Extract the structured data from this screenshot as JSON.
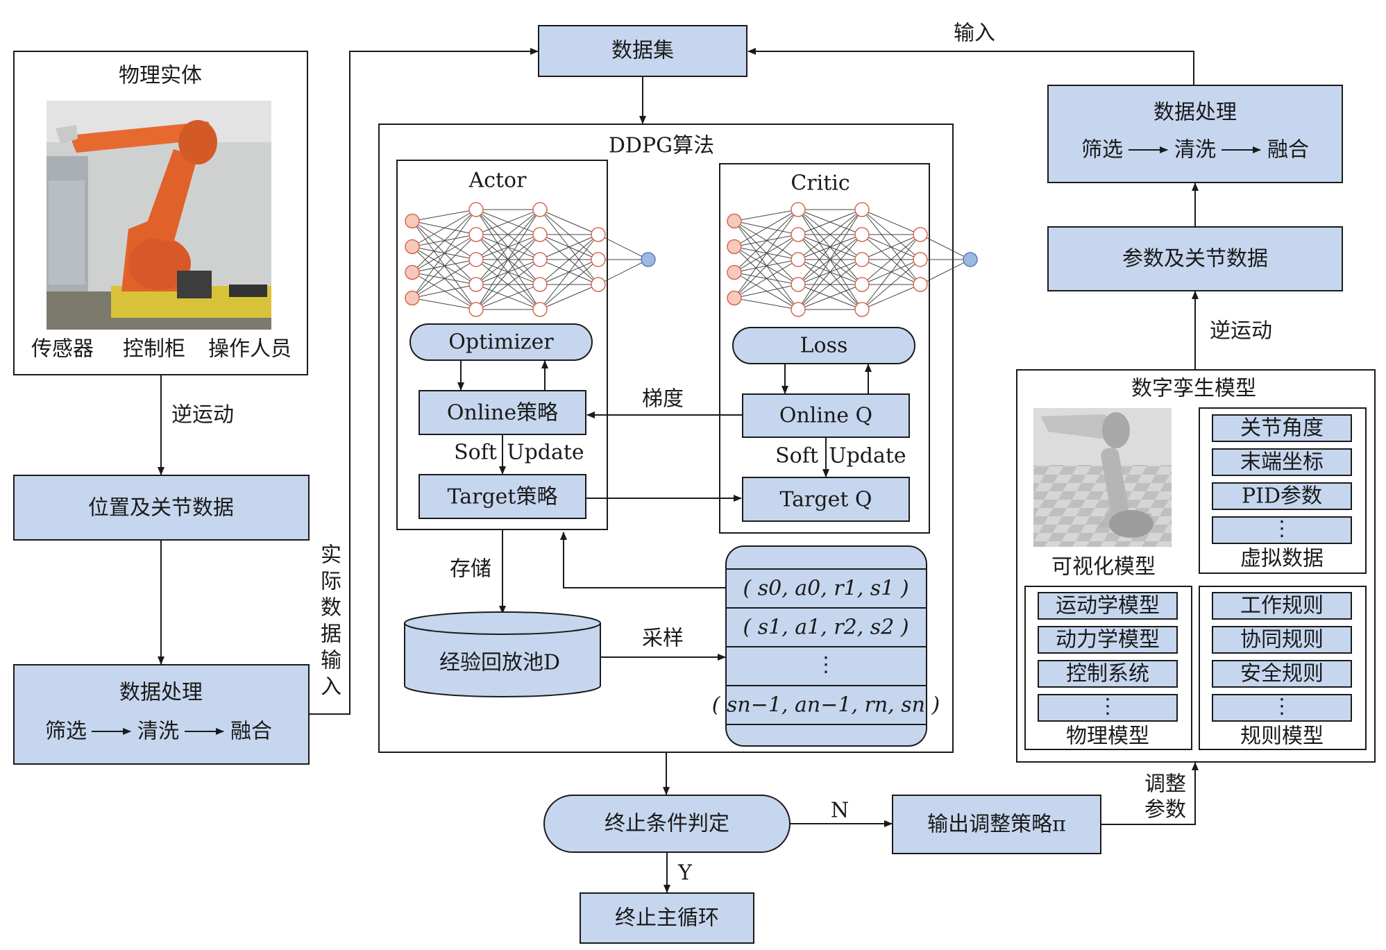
{
  "physical": {
    "title": "物理实体",
    "labels": [
      "传感器",
      "控制柜",
      "操作人员"
    ]
  },
  "left": {
    "inverse_kinematics": "逆运动",
    "position_joint_data": "位置及关节数据",
    "processing": {
      "title": "数据处理",
      "steps": [
        "筛选",
        "清洗",
        "融合"
      ]
    },
    "actual_input": [
      "实",
      "际",
      "数",
      "据",
      "输",
      "入"
    ]
  },
  "dataset": "数据集",
  "input_label": "输入",
  "ddpg": {
    "title": "DDPG算法",
    "actor": {
      "title": "Actor",
      "optimizer": "Optimizer",
      "online": "Online策略",
      "target": "Target策略",
      "soft": "Soft",
      "update": "Update"
    },
    "critic": {
      "title": "Critic",
      "loss": "Loss",
      "online": "Online Q",
      "target": "Target Q",
      "soft": "Soft",
      "update": "Update"
    },
    "gradient": "梯度",
    "store": "存储",
    "sample": "采样",
    "buffer": "经验回放池D",
    "tuples": [
      "( s0, a0, r1, s1 )",
      "( s1, a1, r2, s2 )",
      "⋮",
      "( sn−1, an−1, rn, sn )"
    ]
  },
  "terminate": {
    "judge": "终止条件判定",
    "n": "N",
    "y": "Y",
    "end_loop": "终止主循环",
    "output_policy": "输出调整策略π",
    "adjust": [
      "调整",
      "参数"
    ]
  },
  "right": {
    "processing": {
      "title": "数据处理",
      "steps": [
        "筛选",
        "清洗",
        "融合"
      ]
    },
    "param_joint_data": "参数及关节数据",
    "inverse_kinematics": "逆运动",
    "twin": {
      "title": "数字孪生模型",
      "visual_model": "可视化模型",
      "virtual": {
        "items": [
          "关节角度",
          "末端坐标",
          "PID参数",
          "⋮"
        ],
        "title": "虚拟数据"
      },
      "physical_model": {
        "items": [
          "运动学模型",
          "动力学模型",
          "控制系统",
          "⋮"
        ],
        "title": "物理模型"
      },
      "rule_model": {
        "items": [
          "工作规则",
          "协同规则",
          "安全规则",
          "⋮"
        ],
        "title": "规则模型"
      }
    }
  },
  "colors": {
    "box_fill": "#c6d6ee",
    "input_node": "#f6c9bd",
    "output_node": "#9db8e2",
    "robot": "#e0622a"
  }
}
